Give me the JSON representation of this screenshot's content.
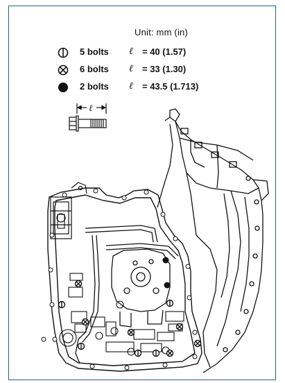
{
  "legend": {
    "unit": "Unit: mm (in)",
    "rows": [
      {
        "symbol": "bolt-type-a-icon",
        "count": "5 bolts",
        "length_symbol": "ℓ",
        "value": "= 40 (1.57)"
      },
      {
        "symbol": "bolt-type-b-icon",
        "count": "6 bolts",
        "length_symbol": "ℓ",
        "value": "= 33 (1.30)"
      },
      {
        "symbol": "bolt-type-c-icon",
        "count": "2 bolts",
        "length_symbol": "ℓ",
        "value": "= 43.5 (1.713)"
      }
    ]
  },
  "bolt_detail": {
    "length_symbol": "ℓ"
  },
  "colors": {
    "frame_border": "#1f5e8a",
    "ink": "#111111"
  }
}
